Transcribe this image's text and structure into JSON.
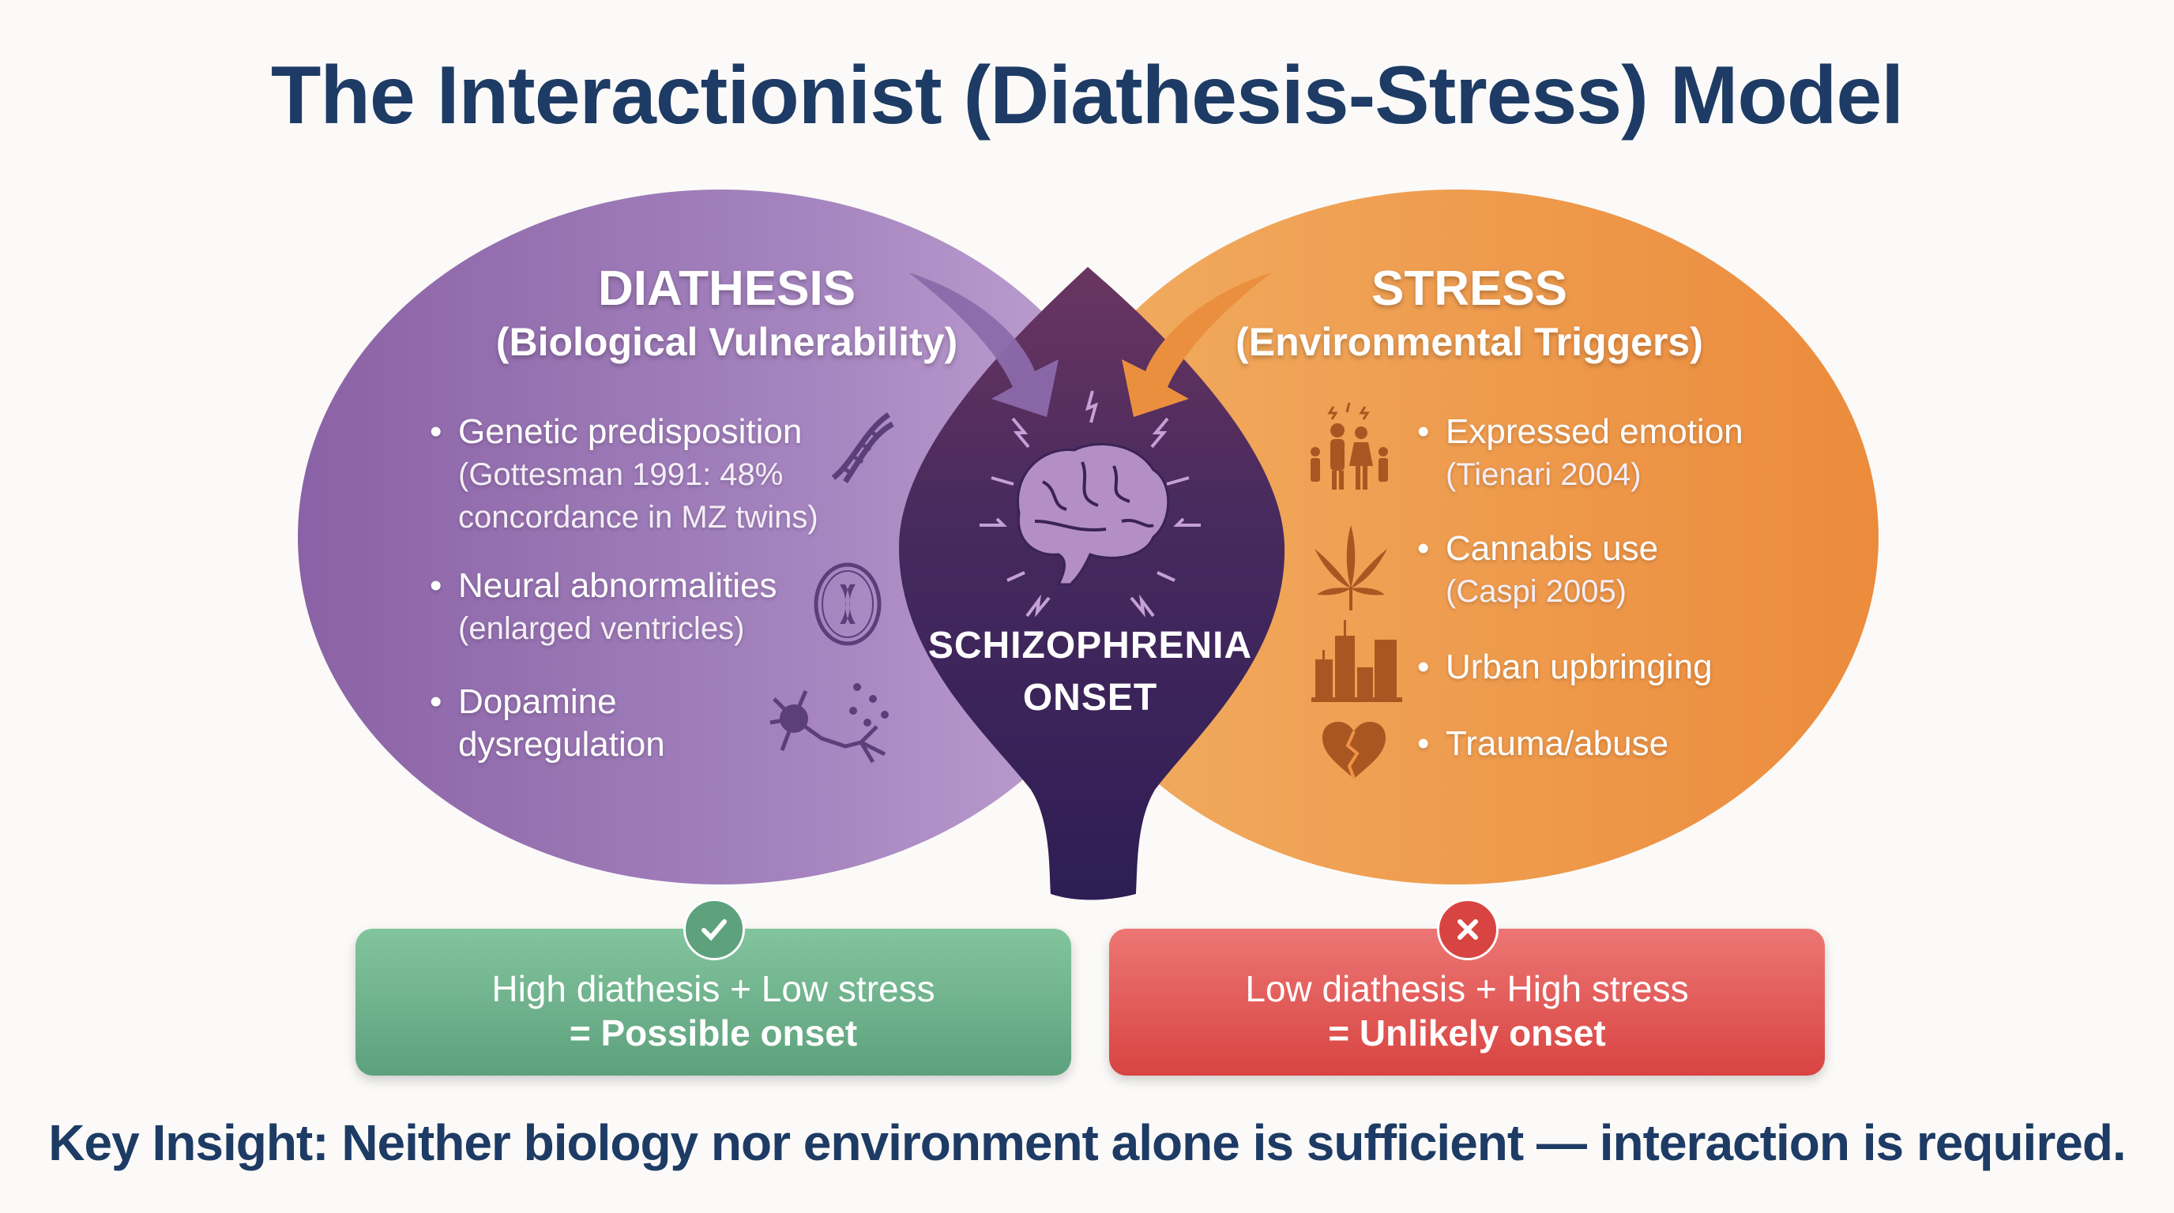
{
  "title": "The Interactionist (Diathesis-Stress) Model",
  "diathesis": {
    "heading": "DIATHESIS",
    "subheading": "(Biological Vulnerability)",
    "color": "#9a72b0",
    "items": [
      {
        "bullet": "•",
        "label": "Genetic predisposition",
        "detail_1": "(Gottesman 1991: 48%",
        "detail_2": "concordance in MZ twins)",
        "icon": "dna-icon"
      },
      {
        "bullet": "•",
        "label": "Neural abnormalities",
        "detail_1": "(enlarged ventricles)",
        "icon": "brain-scan-icon"
      },
      {
        "bullet": "•",
        "label": "Dopamine",
        "label_2": "dysregulation",
        "icon": "neuron-icon"
      }
    ]
  },
  "stress": {
    "heading": "STRESS",
    "subheading": "(Environmental Triggers)",
    "color": "#ee9446",
    "items": [
      {
        "bullet": "•",
        "label": "Expressed emotion",
        "detail_1": "(Tienari 2004)",
        "icon": "family-conflict-icon"
      },
      {
        "bullet": "•",
        "label": "Cannabis use",
        "detail_1": "(Caspi 2005)",
        "icon": "cannabis-leaf-icon"
      },
      {
        "bullet": "•",
        "label": "Urban upbringing",
        "icon": "city-icon"
      },
      {
        "bullet": "•",
        "label": "Trauma/abuse",
        "icon": "broken-heart-icon"
      }
    ]
  },
  "center": {
    "line1": "SCHIZOPHRENIA",
    "line2": "ONSET",
    "color": "#3a2358",
    "icon": "brain-icon"
  },
  "outcomes": [
    {
      "line1": "High diathesis + Low stress",
      "line2": "= Possible onset",
      "icon": "check-icon",
      "color": "#6aae88"
    },
    {
      "line1": "Low diathesis + High stress",
      "line2": "= Unlikely onset",
      "icon": "x-icon",
      "color": "#e05a58"
    }
  ],
  "key_insight": "Key Insight: Neither biology nor environment alone is sufficient — interaction is required."
}
